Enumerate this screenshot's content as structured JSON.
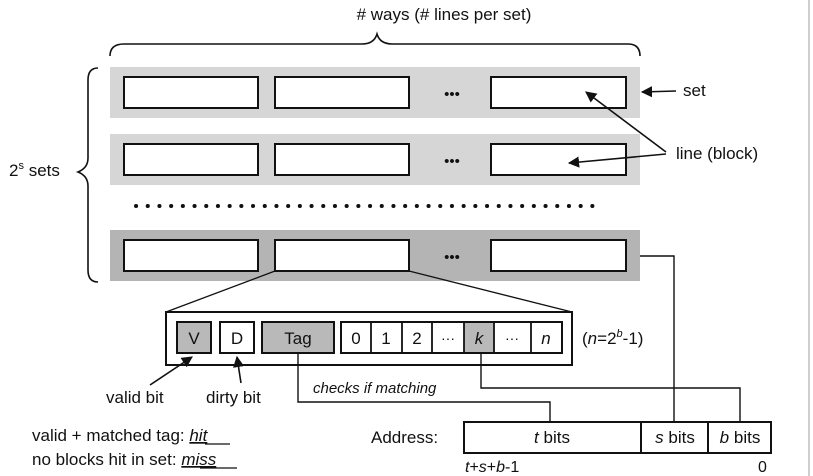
{
  "title": {
    "ways": "# ways (# lines per set)",
    "sets_base": "2",
    "sets_exp": "s",
    "sets_suffix": " sets"
  },
  "ellipsis": "•••",
  "labels": {
    "set": "set",
    "line": "line (block)",
    "valid_bit": "valid bit",
    "dirty_bit": "dirty bit",
    "checks": "checks if matching"
  },
  "line_fields": {
    "v": "V",
    "d": "D",
    "tag": "Tag",
    "bytes": [
      "0",
      "1",
      "2",
      "···",
      "k",
      "···",
      "n"
    ],
    "n_formula": {
      "open": "(",
      "n": "n",
      "eq": "=2",
      "exp": "b",
      "close": "-1)"
    }
  },
  "address": {
    "label": "Address:",
    "t": {
      "var": "t",
      "suffix": " bits"
    },
    "s": {
      "var": "s",
      "suffix": " bits"
    },
    "b": {
      "var": "b",
      "suffix": " bits"
    },
    "msb": {
      "t": "t",
      "p1": "+",
      "s": "s",
      "p2": "+",
      "b": "b",
      "m": "-1"
    },
    "lsb": "0"
  },
  "rules": {
    "hit_prefix": "valid + matched tag: ",
    "hit": "hit",
    "miss_prefix": "no blocks hit in set: ",
    "miss": "miss"
  }
}
